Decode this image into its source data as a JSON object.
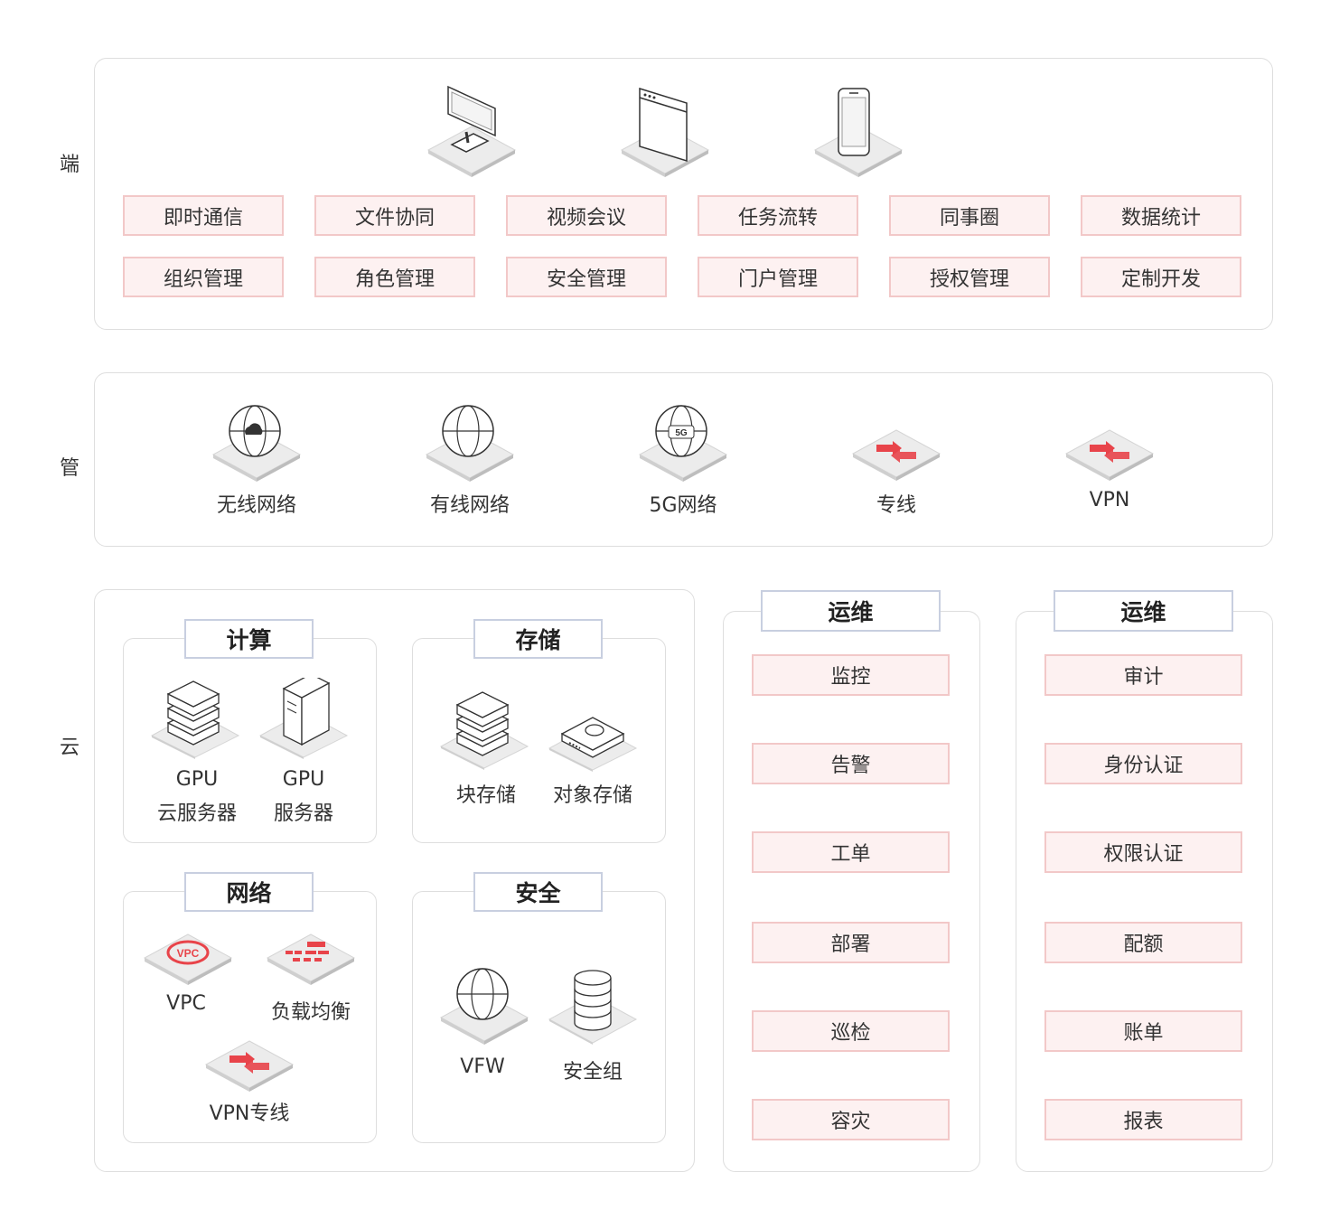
{
  "rows": {
    "duan": "端",
    "guan": "管",
    "yun": "云"
  },
  "duan": {
    "icons": [
      "desktop-monitor-icon",
      "browser-window-icon",
      "mobile-phone-icon"
    ],
    "features": [
      "即时通信",
      "文件协同",
      "视频会议",
      "任务流转",
      "同事圈",
      "数据统计",
      "组织管理",
      "角色管理",
      "安全管理",
      "门户管理",
      "授权管理",
      "定制开发"
    ]
  },
  "guan": {
    "items": [
      {
        "label": "无线网络",
        "icon": "wireless-globe-icon"
      },
      {
        "label": "有线网络",
        "icon": "wired-globe-icon"
      },
      {
        "label": "5G网络",
        "icon": "5g-globe-icon"
      },
      {
        "label": "专线",
        "icon": "dedicated-line-icon"
      },
      {
        "label": "VPN",
        "icon": "vpn-icon"
      }
    ],
    "icon_badge_5g": "5G"
  },
  "yun": {
    "compute": {
      "title": "计算",
      "items": [
        {
          "line1": "GPU",
          "line2": "云服务器",
          "icon": "server-stack-icon"
        },
        {
          "line1": "GPU",
          "line2": "服务器",
          "icon": "server-tower-icon"
        }
      ]
    },
    "storage": {
      "title": "存储",
      "items": [
        {
          "label": "块存储",
          "icon": "block-storage-icon"
        },
        {
          "label": "对象存储",
          "icon": "object-storage-icon"
        }
      ]
    },
    "network": {
      "title": "网络",
      "items": [
        {
          "label": "VPC",
          "icon": "vpc-icon"
        },
        {
          "label": "负载均衡",
          "icon": "load-balancer-icon"
        },
        {
          "label": "VPN专线",
          "icon": "vpn-line-icon"
        }
      ],
      "vpc_badge": "VPC"
    },
    "security": {
      "title": "安全",
      "items": [
        {
          "label": "VFW",
          "icon": "firewall-globe-icon"
        },
        {
          "label": "安全组",
          "icon": "database-icon"
        }
      ]
    }
  },
  "ops_left": {
    "title": "运维",
    "items": [
      "监控",
      "告警",
      "工单",
      "部署",
      "巡检",
      "容灾"
    ]
  },
  "ops_right": {
    "title": "运维",
    "items": [
      "审计",
      "身份认证",
      "权限认证",
      "配额",
      "账单",
      "报表"
    ]
  },
  "colors": {
    "accent_red": "#e8444a",
    "button_fill": "#fdf1f1",
    "button_border": "#f2c8c8",
    "title_border": "#c8cfe0"
  }
}
